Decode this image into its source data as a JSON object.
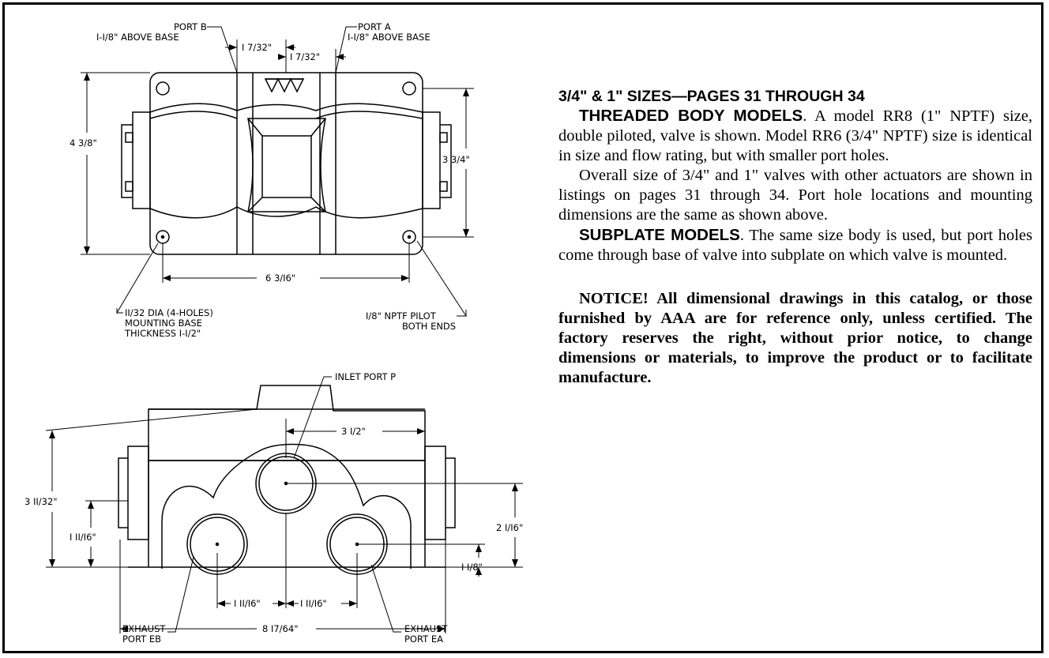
{
  "top_view": {
    "port_b_label": "PORT B",
    "port_b_height": "I-I/8\" ABOVE BASE",
    "port_a_label": "PORT A",
    "port_a_height": "I-I/8\" ABOVE BASE",
    "dim_port_b_offset": "I 7/32\"",
    "dim_port_a_offset": "I 7/32\"",
    "dim_height_overall": "4 3/8\"",
    "dim_height_mounting": "3 3/4\"",
    "dim_width_mounting": "6 3/I6\"",
    "note_mounting_1": "II/32 DIA (4-HOLES)",
    "note_mounting_2": "MOUNTING BASE",
    "note_mounting_3": "THICKNESS I-I/2\"",
    "note_pilot_1": "I/8\" NPTF PILOT",
    "note_pilot_2": "BOTH ENDS"
  },
  "front_view": {
    "inlet_label": "INLET PORT P",
    "dim_inlet_offset": "3 I/2\"",
    "dim_height_overall": "3 II/32\"",
    "dim_exhaust_height_left": "I II/I6\"",
    "dim_inlet_height": "2 I/I6\"",
    "dim_exhaust_height_right": "I I/8\"",
    "dim_spacing_left": "I II/I6\"",
    "dim_spacing_right": "I II/I6\"",
    "dim_width_overall": "8 I7/64\"",
    "exhaust_eb_1": "EXHAUST",
    "exhaust_eb_2": "PORT EB",
    "exhaust_ea_1": "EXHAUST",
    "exhaust_ea_2": "PORT EA"
  },
  "text": {
    "heading": "3/4\" & 1\" SIZES—PAGES 31 THROUGH 34",
    "threaded_title": "THREADED BODY MODELS",
    "threaded_body": ". A model RR8 (1\" NPTF) size, double piloted, valve is shown. Model RR6 (3/4\" NPTF) size is identical in size and flow rating, but with smaller port holes.",
    "overall_para": "Overall size of 3/4\" and 1\" valves with other actuators are shown in listings on pages 31 through 34. Port hole locations and mounting dimensions are the same as shown above.",
    "subplate_title": "SUBPLATE MODELS",
    "subplate_body": ". The same size body is used, but port holes come through base of valve into subplate on which valve is mounted.",
    "notice": "NOTICE! All dimensional drawings in this catalog, or those furnished by AAA are for reference only, unless certified. The factory reserves the right, without prior notice, to change dimensions or materials, to improve the product or to facilitate manufacture."
  }
}
